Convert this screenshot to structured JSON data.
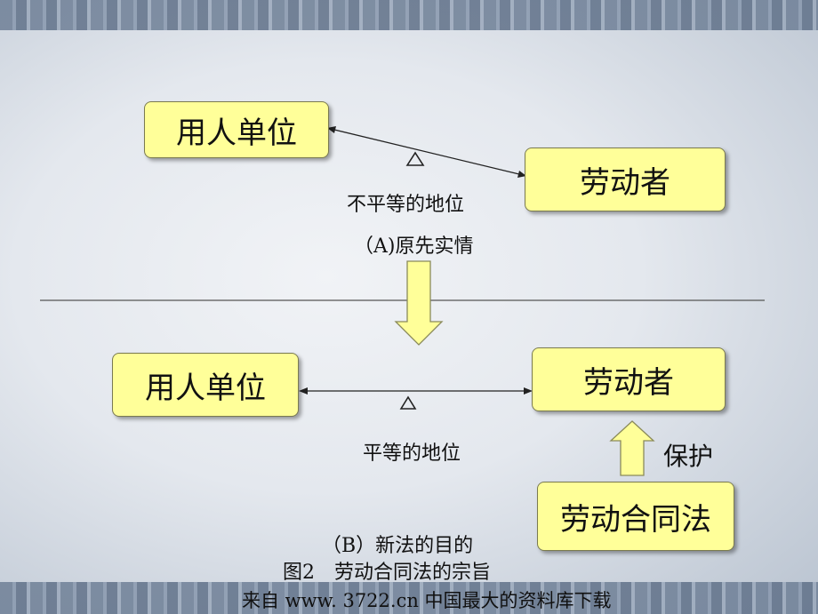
{
  "top": {
    "employer": "用人单位",
    "worker": "劳动者",
    "relation": "不平等的地位",
    "caption": "（A)原先实情"
  },
  "bottom": {
    "employer": "用人单位",
    "worker": "劳动者",
    "relation": "平等的地位",
    "protect": "保护",
    "law": "劳动合同法",
    "caption": "（B）新法的目的"
  },
  "figure_title": "图2　劳动合同法的宗旨",
  "footer": "来自 www. 3722.cn 中国最大的资料库下载",
  "colors": {
    "box_fill": "#ffff99",
    "arrow_fill": "#ffff99"
  }
}
